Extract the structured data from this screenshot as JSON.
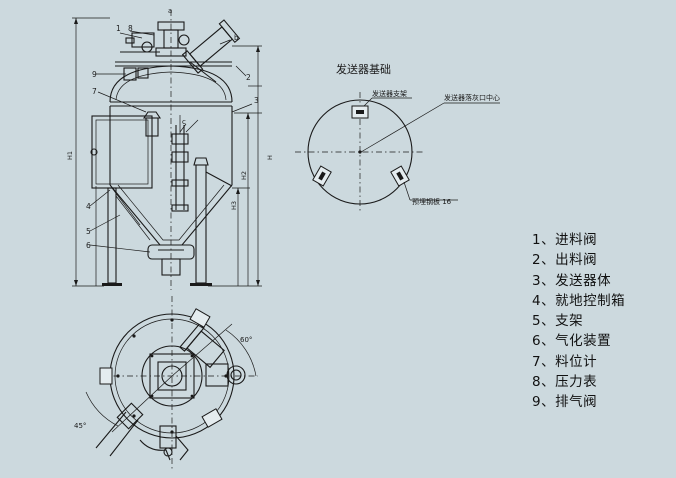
{
  "legend": [
    "1、进料阀",
    "2、出料阀",
    "3、发送器体",
    "4、就地控制箱",
    "5、支架",
    "6、气化装置",
    "7、料位计",
    "8、压力表",
    "9、排气阀"
  ],
  "front_view": {
    "part_labels": [
      "1",
      "8",
      "2",
      "3",
      "9",
      "7",
      "4",
      "5",
      "6",
      "a",
      "b",
      "c"
    ],
    "dimensions": [
      "H1",
      "H2",
      "H3",
      "H"
    ]
  },
  "foundation": {
    "title": "发送器基础",
    "support_label": "发送器支架",
    "center_label": "发送器落灰口中心",
    "plate_label": "预埋钢板 16"
  },
  "plan_view": {
    "angle_top": "60°",
    "angle_bottom": "45°"
  }
}
